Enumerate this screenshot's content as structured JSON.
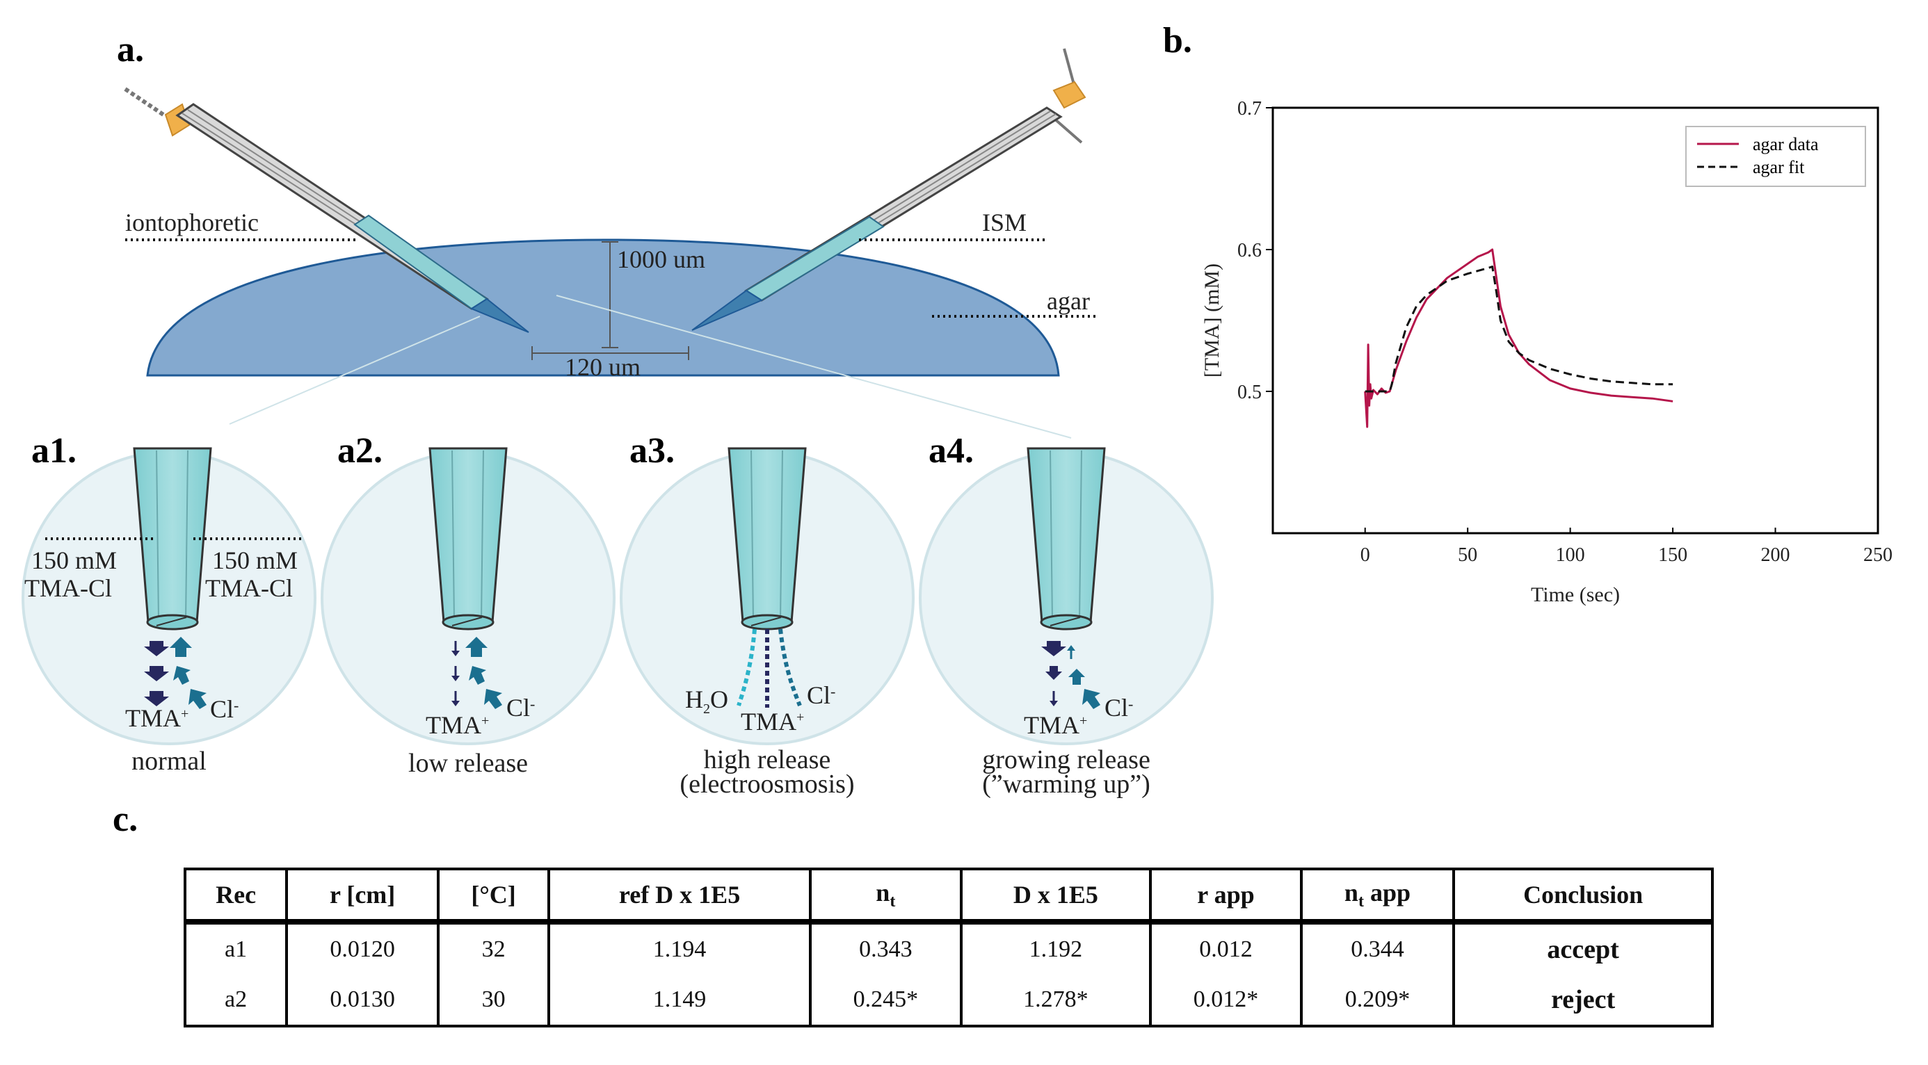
{
  "panel_labels": {
    "a": "a.",
    "b": "b.",
    "c": "c.",
    "a1": "a1.",
    "a2": "a2.",
    "a3": "a3.",
    "a4": "a4."
  },
  "panel_a": {
    "iontophoretic": "iontophoretic",
    "ism": "ISM",
    "agar": "agar",
    "depth": "1000 um",
    "spacing": "120 um",
    "colors": {
      "agar": "#84a9cf",
      "agar_edge": "#1f5a96",
      "glass": "#b8e0e2",
      "tip": "#3f7fae",
      "holder": "#f0b04a"
    }
  },
  "panel_a1": {
    "conc_left_1": "150 mM",
    "conc_left_2": "TMA-Cl",
    "conc_right_1": "150 mM",
    "conc_right_2": "TMA-Cl",
    "tma": "TMA",
    "tma_sup": "+",
    "cl": "Cl",
    "cl_sup": "-",
    "caption": "normal"
  },
  "panel_a2": {
    "tma": "TMA",
    "tma_sup": "+",
    "cl": "Cl",
    "cl_sup": "-",
    "caption": "low release"
  },
  "panel_a3": {
    "h2o_h": "H",
    "h2o_sub": "2",
    "h2o_o": "O",
    "tma": "TMA",
    "tma_sup": "+",
    "cl": "Cl",
    "cl_sup": "-",
    "caption_1": "high release",
    "caption_2": "(electroosmosis)"
  },
  "panel_a4": {
    "tma": "TMA",
    "tma_sup": "+",
    "cl": "Cl",
    "cl_sup": "-",
    "caption_1": "growing release",
    "caption_2": "(”warming up”)"
  },
  "chart_data": {
    "type": "line",
    "xlabel": "Time (sec)",
    "ylabel": "[TMA] (mM)",
    "xlim": [
      -45,
      250
    ],
    "ylim": [
      0.4,
      0.7
    ],
    "xticks": [
      0,
      50,
      100,
      150,
      200,
      250
    ],
    "yticks": [
      0.5,
      0.6,
      0.7
    ],
    "legend_position": "top-right",
    "series": [
      {
        "name": "agar data",
        "color": "#b5164b",
        "style": "solid",
        "x": [
          0,
          1,
          1.5,
          2,
          2.5,
          3,
          4,
          6,
          8,
          10,
          12,
          15,
          20,
          25,
          30,
          40,
          50,
          55,
          60,
          62,
          64,
          66,
          70,
          75,
          80,
          90,
          100,
          110,
          120,
          130,
          140,
          150
        ],
        "y": [
          0.5,
          0.475,
          0.533,
          0.49,
          0.505,
          0.495,
          0.501,
          0.498,
          0.502,
          0.499,
          0.5,
          0.515,
          0.535,
          0.552,
          0.565,
          0.58,
          0.59,
          0.595,
          0.598,
          0.6,
          0.58,
          0.56,
          0.54,
          0.527,
          0.519,
          0.508,
          0.502,
          0.499,
          0.497,
          0.496,
          0.495,
          0.493
        ]
      },
      {
        "name": "agar fit",
        "color": "#111111",
        "style": "dashed",
        "x": [
          0,
          12,
          13,
          15,
          20,
          25,
          30,
          40,
          50,
          55,
          60,
          62,
          64,
          66,
          70,
          75,
          80,
          90,
          100,
          110,
          120,
          130,
          140,
          150
        ],
        "y": [
          0.5,
          0.5,
          0.505,
          0.52,
          0.545,
          0.56,
          0.568,
          0.578,
          0.583,
          0.585,
          0.587,
          0.588,
          0.57,
          0.55,
          0.535,
          0.527,
          0.522,
          0.516,
          0.512,
          0.509,
          0.507,
          0.506,
          0.505,
          0.505
        ]
      }
    ]
  },
  "table": {
    "headers": [
      "Rec",
      "r [cm]",
      "[°C]",
      "ref D x 1E5",
      "n_t",
      "D x 1E5",
      "r app",
      "n_t app",
      "Conclusion"
    ],
    "rows": [
      [
        "a1",
        "0.0120",
        "32",
        "1.194",
        "0.343",
        "1.192",
        "0.012",
        "0.344",
        "accept"
      ],
      [
        "a2",
        "0.0130",
        "30",
        "1.149",
        "0.245*",
        "1.278*",
        "0.012*",
        "0.209*",
        "reject"
      ]
    ]
  }
}
